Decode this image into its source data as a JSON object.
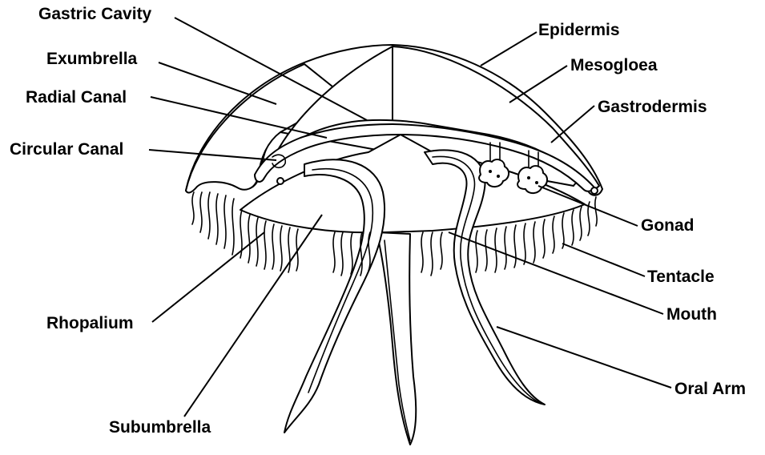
{
  "diagram": {
    "labels_left": [
      {
        "key": "gastric_cavity",
        "text": "Gastric Cavity"
      },
      {
        "key": "exumbrella",
        "text": "Exumbrella"
      },
      {
        "key": "radial_canal",
        "text": "Radial Canal"
      },
      {
        "key": "circular_canal",
        "text": "Circular Canal"
      },
      {
        "key": "rhopalium",
        "text": "Rhopalium"
      },
      {
        "key": "subumbrella",
        "text": "Subumbrella"
      }
    ],
    "labels_right": [
      {
        "key": "epidermis",
        "text": "Epidermis"
      },
      {
        "key": "mesogloea",
        "text": "Mesogloea"
      },
      {
        "key": "gastrodermis",
        "text": "Gastrodermis"
      },
      {
        "key": "gonad",
        "text": "Gonad"
      },
      {
        "key": "tentacle",
        "text": "Tentacle"
      },
      {
        "key": "mouth",
        "text": "Mouth"
      },
      {
        "key": "oral_arm",
        "text": "Oral Arm"
      }
    ]
  }
}
